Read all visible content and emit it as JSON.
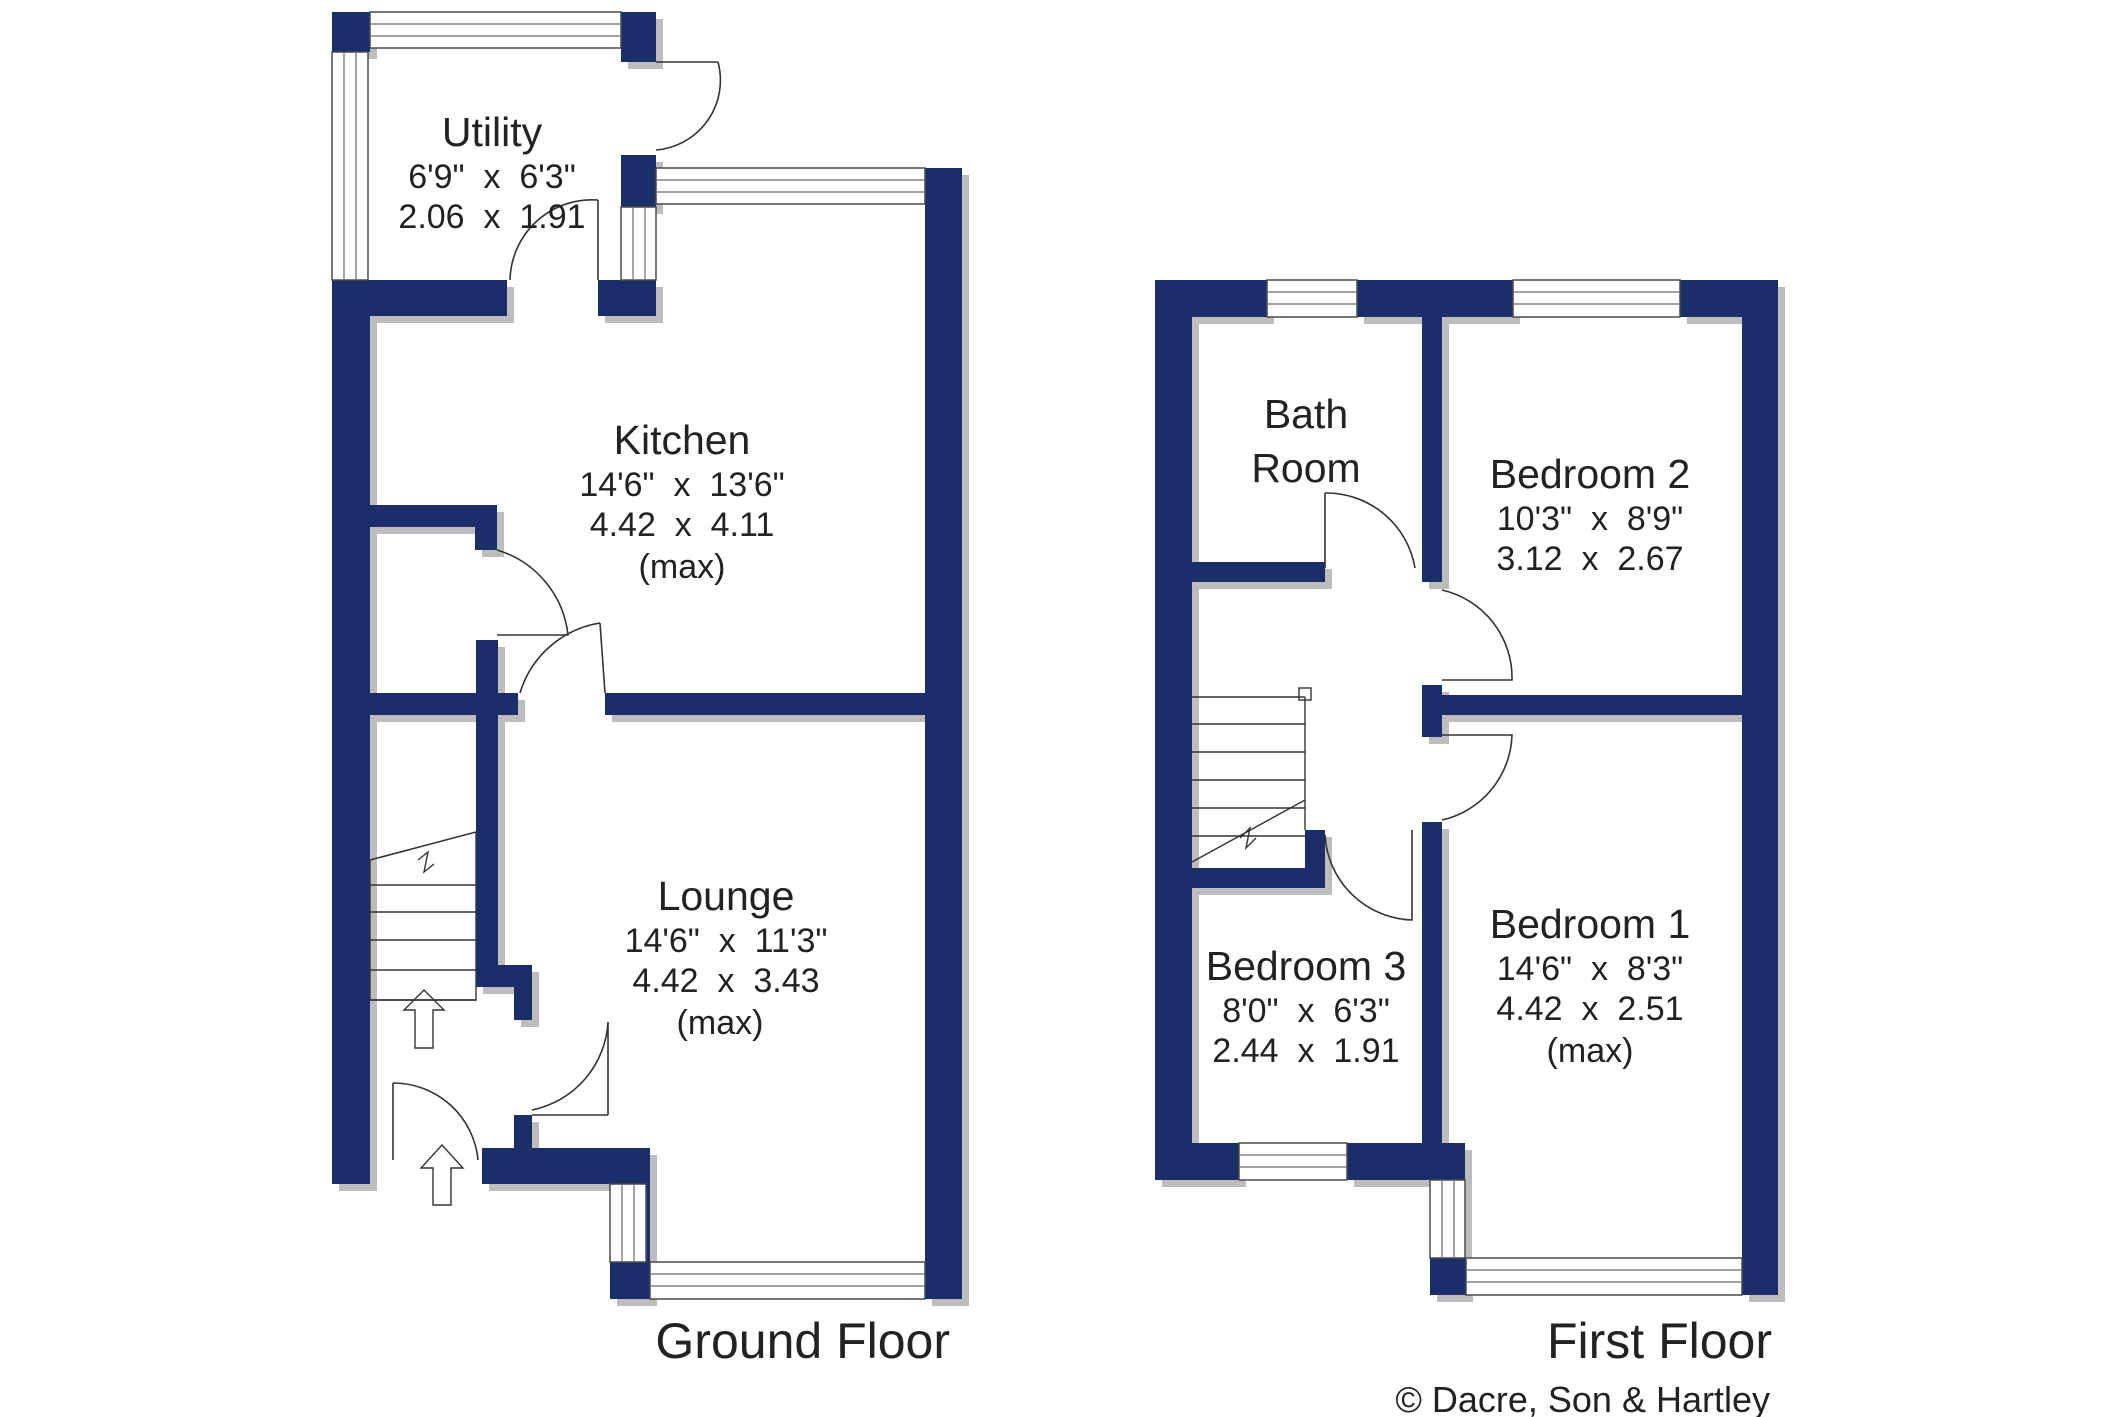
{
  "colors": {
    "wall": "#1c2d6b",
    "background": "#ffffff",
    "shadow": "#cfcfcf"
  },
  "ground_floor": {
    "label": "Ground Floor",
    "rooms": {
      "utility": {
        "name": "Utility",
        "imperial": "6'9\"  x  6'3\"",
        "metric": "2.06  x  1.91",
        "note": ""
      },
      "kitchen": {
        "name": "Kitchen",
        "imperial": "14'6\"  x  13'6\"",
        "metric": "4.42  x  4.11",
        "note": "(max)"
      },
      "lounge": {
        "name": "Lounge",
        "imperial": "14'6\"  x  11'3\"",
        "metric": "4.42  x  3.43",
        "note": "(max)"
      }
    }
  },
  "first_floor": {
    "label": "First Floor",
    "rooms": {
      "bathroom": {
        "name_line1": "Bath",
        "name_line2": "Room"
      },
      "bedroom2": {
        "name": "Bedroom 2",
        "imperial": "10'3\"  x  8'9\"",
        "metric": "3.12  x  2.67",
        "note": ""
      },
      "bedroom3": {
        "name": "Bedroom 3",
        "imperial": "8'0\"  x  6'3\"",
        "metric": "2.44  x  1.91",
        "note": ""
      },
      "bedroom1": {
        "name": "Bedroom 1",
        "imperial": "14'6\"  x  8'3\"",
        "metric": "4.42  x  2.51",
        "note": "(max)"
      }
    }
  },
  "copyright": "© Dacre, Son & Hartley",
  "icons": [
    "entrance-arrow-icon",
    "stair-up-arrow-icon"
  ]
}
